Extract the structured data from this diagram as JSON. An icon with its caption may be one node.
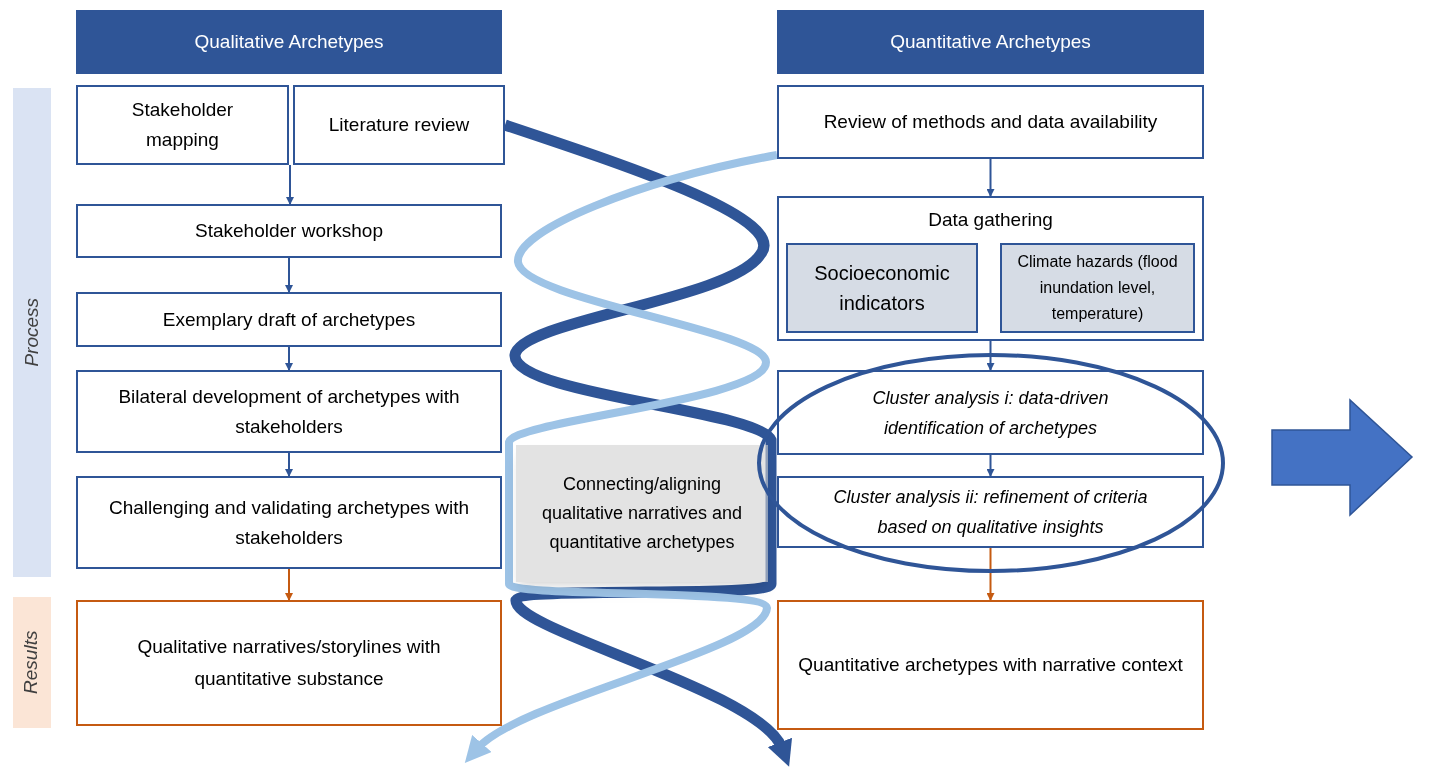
{
  "diagram": {
    "nodes": [
      {
        "text": [
          "Qualitative Archetypes"
        ]
      },
      {
        "text": [
          "Quantitative Archetypes"
        ]
      },
      {
        "text": [
          "Process"
        ]
      },
      {
        "text": [
          "Results"
        ]
      },
      {
        "text": [
          "Stakeholder mapping"
        ]
      },
      {
        "text": [
          "Literature review"
        ]
      },
      {
        "text": [
          "Stakeholder workshop"
        ]
      },
      {
        "text": [
          "Exemplary draft of archetypes"
        ]
      },
      {
        "text": [
          "Bilateral development of archetypes with stakeholders"
        ]
      },
      {
        "text": [
          "Challenging and validating archetypes with stakeholders"
        ]
      },
      {
        "text": [
          "Qualitative narratives/storylines with quantitative substance"
        ]
      },
      {
        "text": [
          "Review of methods and data availability"
        ]
      },
      {
        "text": [
          "Data gathering"
        ]
      },
      {
        "text": [
          "Socioeconomic indicators"
        ],
        "in": 12
      },
      {
        "text": [
          "Climate hazards (flood inundation level, temperature)"
        ],
        "in": 12
      },
      {
        "text": [
          "Cluster analysis i: data-driven identification of archetypes"
        ]
      },
      {
        "text": [
          "Cluster analysis ii: refinement of criteria based on qualitative insights"
        ]
      },
      {
        "text": [
          "Quantitative archetypes with narrative context"
        ]
      },
      {
        "text": [
          "Connecting/aligning qualitative narratives and quantitative archetypes"
        ]
      }
    ],
    "edges": [
      {
        "from": 4,
        "to": 6,
        "arrow": "to"
      },
      {
        "from": 6,
        "to": 7,
        "arrow": "to"
      },
      {
        "from": 7,
        "to": 8,
        "arrow": "to"
      },
      {
        "from": 8,
        "to": 9,
        "arrow": "to"
      },
      {
        "from": 9,
        "to": 10,
        "arrow": "to",
        "color": "#c55a11"
      },
      {
        "from": 11,
        "to": 12,
        "arrow": "to"
      },
      {
        "from": 12,
        "to": 15,
        "arrow": "to"
      },
      {
        "from": 15,
        "to": 16,
        "arrow": "to"
      },
      {
        "from": 16,
        "to": 17,
        "arrow": "to",
        "color": "#c55a11"
      },
      {
        "from": 5,
        "to": 17,
        "arrow": "to",
        "style": "thick"
      },
      {
        "from": 11,
        "to": 10,
        "arrow": "to",
        "style": "thick",
        "color": "#9dc3e6"
      }
    ]
  }
}
